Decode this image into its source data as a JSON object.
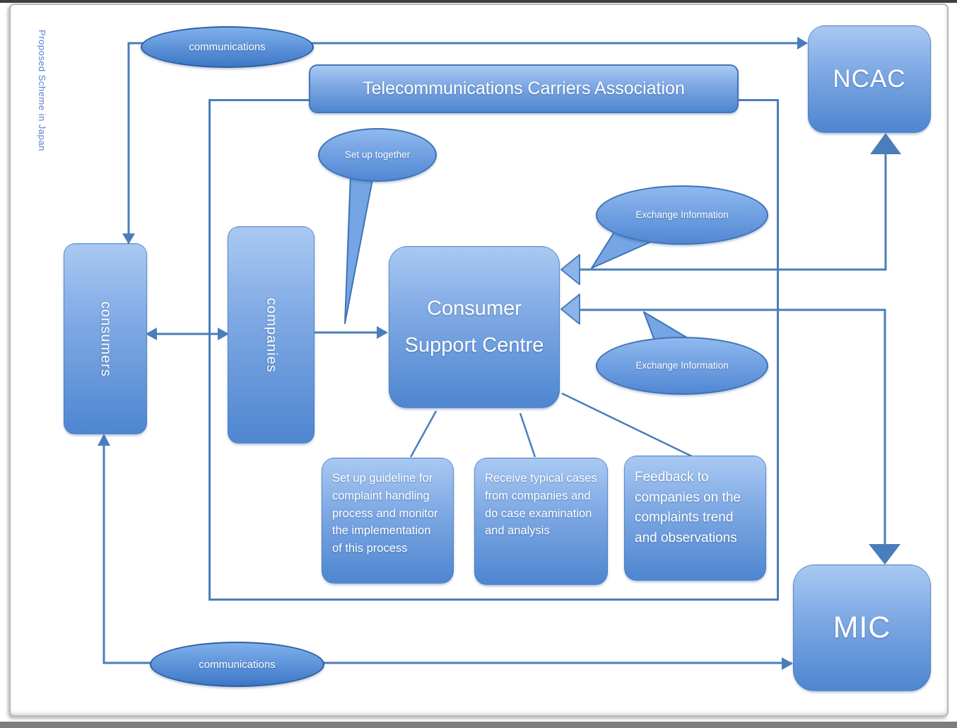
{
  "side_label": "Proposed Scheme in Japan",
  "colors": {
    "accent": "#4a7ebb",
    "node_gradient_top": "#a9c9f2",
    "node_gradient_bottom": "#4e86d0",
    "text_on_node": "#ffffff"
  },
  "banner": {
    "label": "Telecommunications Carriers Association"
  },
  "nodes": {
    "ncac": "NCAC",
    "mic": "MIC",
    "consumers": "consumers",
    "companies": "companies",
    "support_centre": "Consumer Support Centre"
  },
  "bubbles": {
    "setup": "Set up together",
    "exchange_top": "Exchange Information",
    "exchange_bottom": "Exchange Information"
  },
  "links": {
    "communications_top": "communications",
    "communications_bottom": "communications"
  },
  "tasks": [
    "Set up guideline for complaint handling process and monitor the implementation of this process",
    "Receive typical cases from companies and do case examination and analysis",
    "Feedback to companies on the complaints trend and observations"
  ]
}
